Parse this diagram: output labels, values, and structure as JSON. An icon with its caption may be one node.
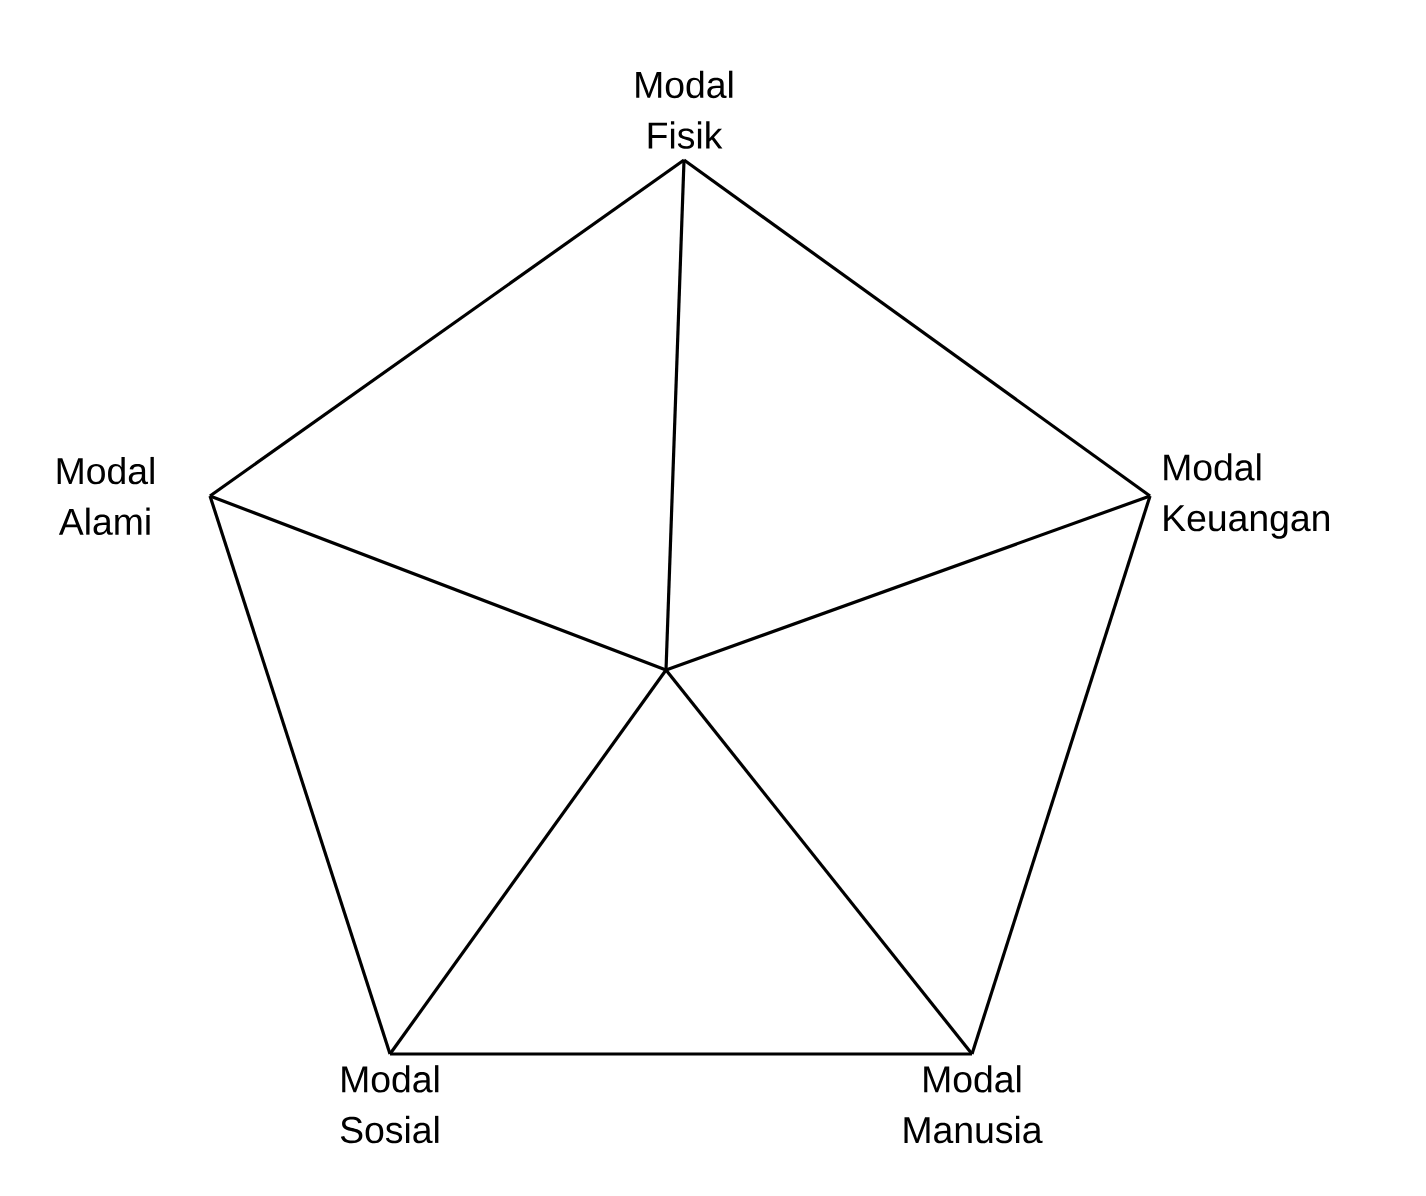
{
  "diagram": {
    "nodes": [
      {
        "text": [
          "Modal Fisik"
        ]
      },
      {
        "text": [
          "Modal Alami"
        ]
      },
      {
        "text": [
          "Modal Keuangan"
        ]
      },
      {
        "text": [
          "Modal Sosial"
        ]
      },
      {
        "text": [
          "Modal Manusia"
        ]
      }
    ],
    "edges": [
      {
        "from": 0,
        "to": 2,
        "arrow": "none"
      },
      {
        "from": 2,
        "to": 4,
        "arrow": "none"
      },
      {
        "from": 4,
        "to": 3,
        "arrow": "none"
      },
      {
        "from": 3,
        "to": 1,
        "arrow": "none"
      },
      {
        "from": 1,
        "to": 0,
        "arrow": "none"
      },
      {
        "from": null,
        "to": 0,
        "arrow": "none"
      },
      {
        "from": null,
        "to": 1,
        "arrow": "none"
      },
      {
        "from": null,
        "to": 2,
        "arrow": "none"
      },
      {
        "from": null,
        "to": 3,
        "arrow": "none"
      },
      {
        "from": null,
        "to": 4,
        "arrow": "none"
      }
    ]
  }
}
